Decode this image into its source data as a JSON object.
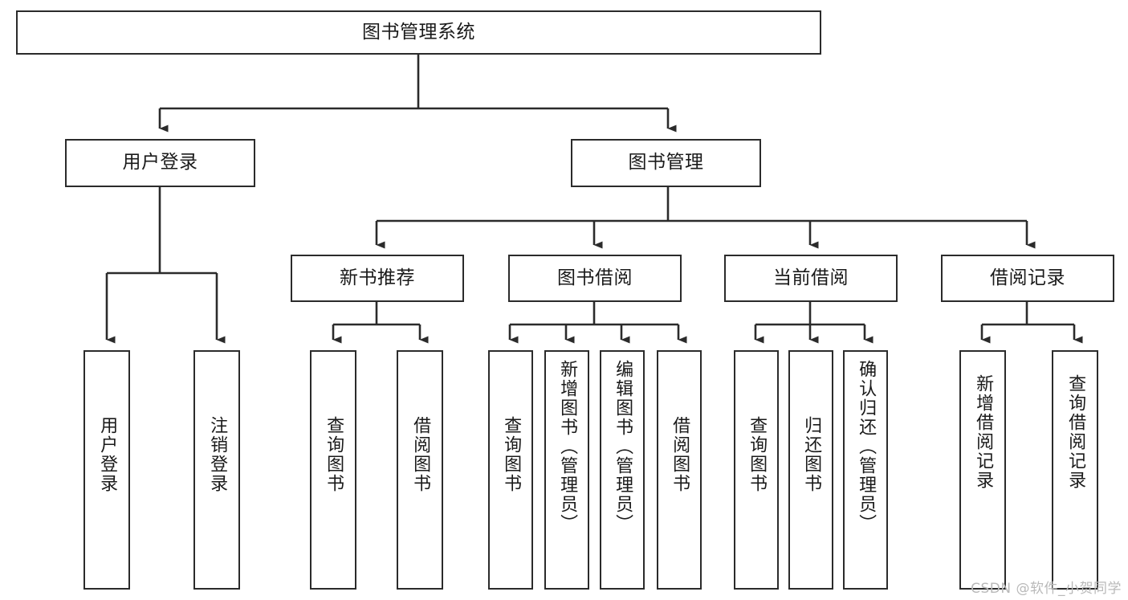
{
  "diagram": {
    "title": "图书管理系统",
    "type": "tree-structure-chart",
    "orientation": "top-down",
    "colors": {
      "box_border": "#2b2b2b",
      "box_fill": "#ffffff",
      "edge": "#2b2b2b",
      "text": "#1a1a1a",
      "watermark": "#b9b9b9",
      "background": "#ffffff"
    },
    "root": {
      "label": "图书管理系统"
    },
    "level2": [
      {
        "label": "用户登录"
      },
      {
        "label": "图书管理"
      }
    ],
    "level3": [
      {
        "label": "新书推荐"
      },
      {
        "label": "图书借阅"
      },
      {
        "label": "当前借阅"
      },
      {
        "label": "借阅记录"
      }
    ],
    "leaves": {
      "user_login": [
        {
          "label": "用户登录"
        },
        {
          "label": "注销登录"
        }
      ],
      "new_book_recommend": [
        {
          "label": "查询图书"
        },
        {
          "label": "借阅图书"
        }
      ],
      "book_borrow": [
        {
          "label": "查询图书"
        },
        {
          "label": "新增图书（管理员）"
        },
        {
          "label": "编辑图书（管理员）"
        },
        {
          "label": "借阅图书"
        }
      ],
      "current_borrow": [
        {
          "label": "查询图书"
        },
        {
          "label": "归还图书"
        },
        {
          "label": "确认归还（管理员）"
        }
      ],
      "borrow_record": [
        {
          "label": "新增借阅记录"
        },
        {
          "label": "查询借阅记录"
        }
      ]
    }
  },
  "watermark": {
    "text": "CSDN @软件_小贺同学"
  }
}
